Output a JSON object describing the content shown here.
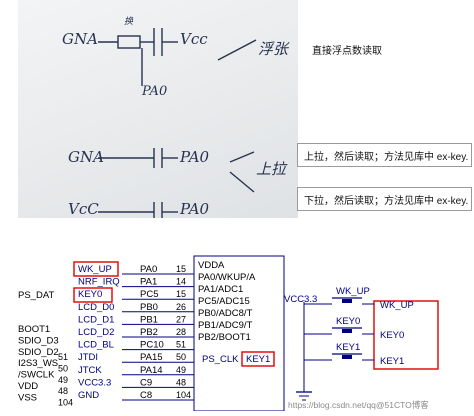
{
  "photo": {
    "labels": {
      "gna_top": "GNA",
      "vcc_top": "Vcc",
      "pa0_mid": "PA0",
      "note_top": "浮张",
      "gna_mid": "GNA",
      "pa0_mid2": "PA0",
      "note_mid": "上拉",
      "vcc_bot": "VcC",
      "pa0_bot": "PA0",
      "res_mark": "换"
    }
  },
  "callouts": {
    "direct": "直接浮点数读取",
    "pullup": "上拉，然后读取；方法见库中 ex-key.",
    "pulldown": "下拉，然后读取；方法见库中 ex-key."
  },
  "schematic": {
    "mcu_left_labels": [
      "WK_UP",
      "NRF_IRQ",
      "KEY0",
      "LCD_D0",
      "LCD_D1",
      "LCD_D2",
      "LCD_BL",
      "JTDI",
      "JTCK",
      "VCC3.3",
      "GND"
    ],
    "mcu_pins": [
      "PA0",
      "PA1",
      "PC5",
      "PB0",
      "PB1",
      "PB2",
      "PC10",
      "PA15",
      "PA14",
      "C9",
      "C8"
    ],
    "pin_numbers": [
      "15",
      "14",
      "15",
      "26",
      "27",
      "28",
      "51",
      "50",
      "49",
      "48",
      "104"
    ],
    "left_nets": [
      "PS_DAT",
      "BOOT1",
      "SDIO_D3",
      "SDIO_D2",
      "I2S3_WS",
      "/SWCLK",
      "VDD",
      "VSS"
    ],
    "left_numbers": [
      "51",
      "50",
      "49",
      "48",
      "104"
    ],
    "right_func": [
      "VDDA",
      "PA0/WKUP/A",
      "PA1/ADC1",
      "PC5/ADC15",
      "PB0/ADC8/T",
      "PB1/ADC9/T",
      "PB2/BOOT1"
    ],
    "key_net": "PS_CLK",
    "key_label": "KEY1",
    "vcc_label": "VCC3.3",
    "switches": [
      "WK_UP",
      "KEY0",
      "KEY1"
    ],
    "outputs": [
      "WK_UP",
      "KEY0",
      "KEY1"
    ],
    "watermark": "https://blog.csdn.net/qq@51CTO博客"
  }
}
